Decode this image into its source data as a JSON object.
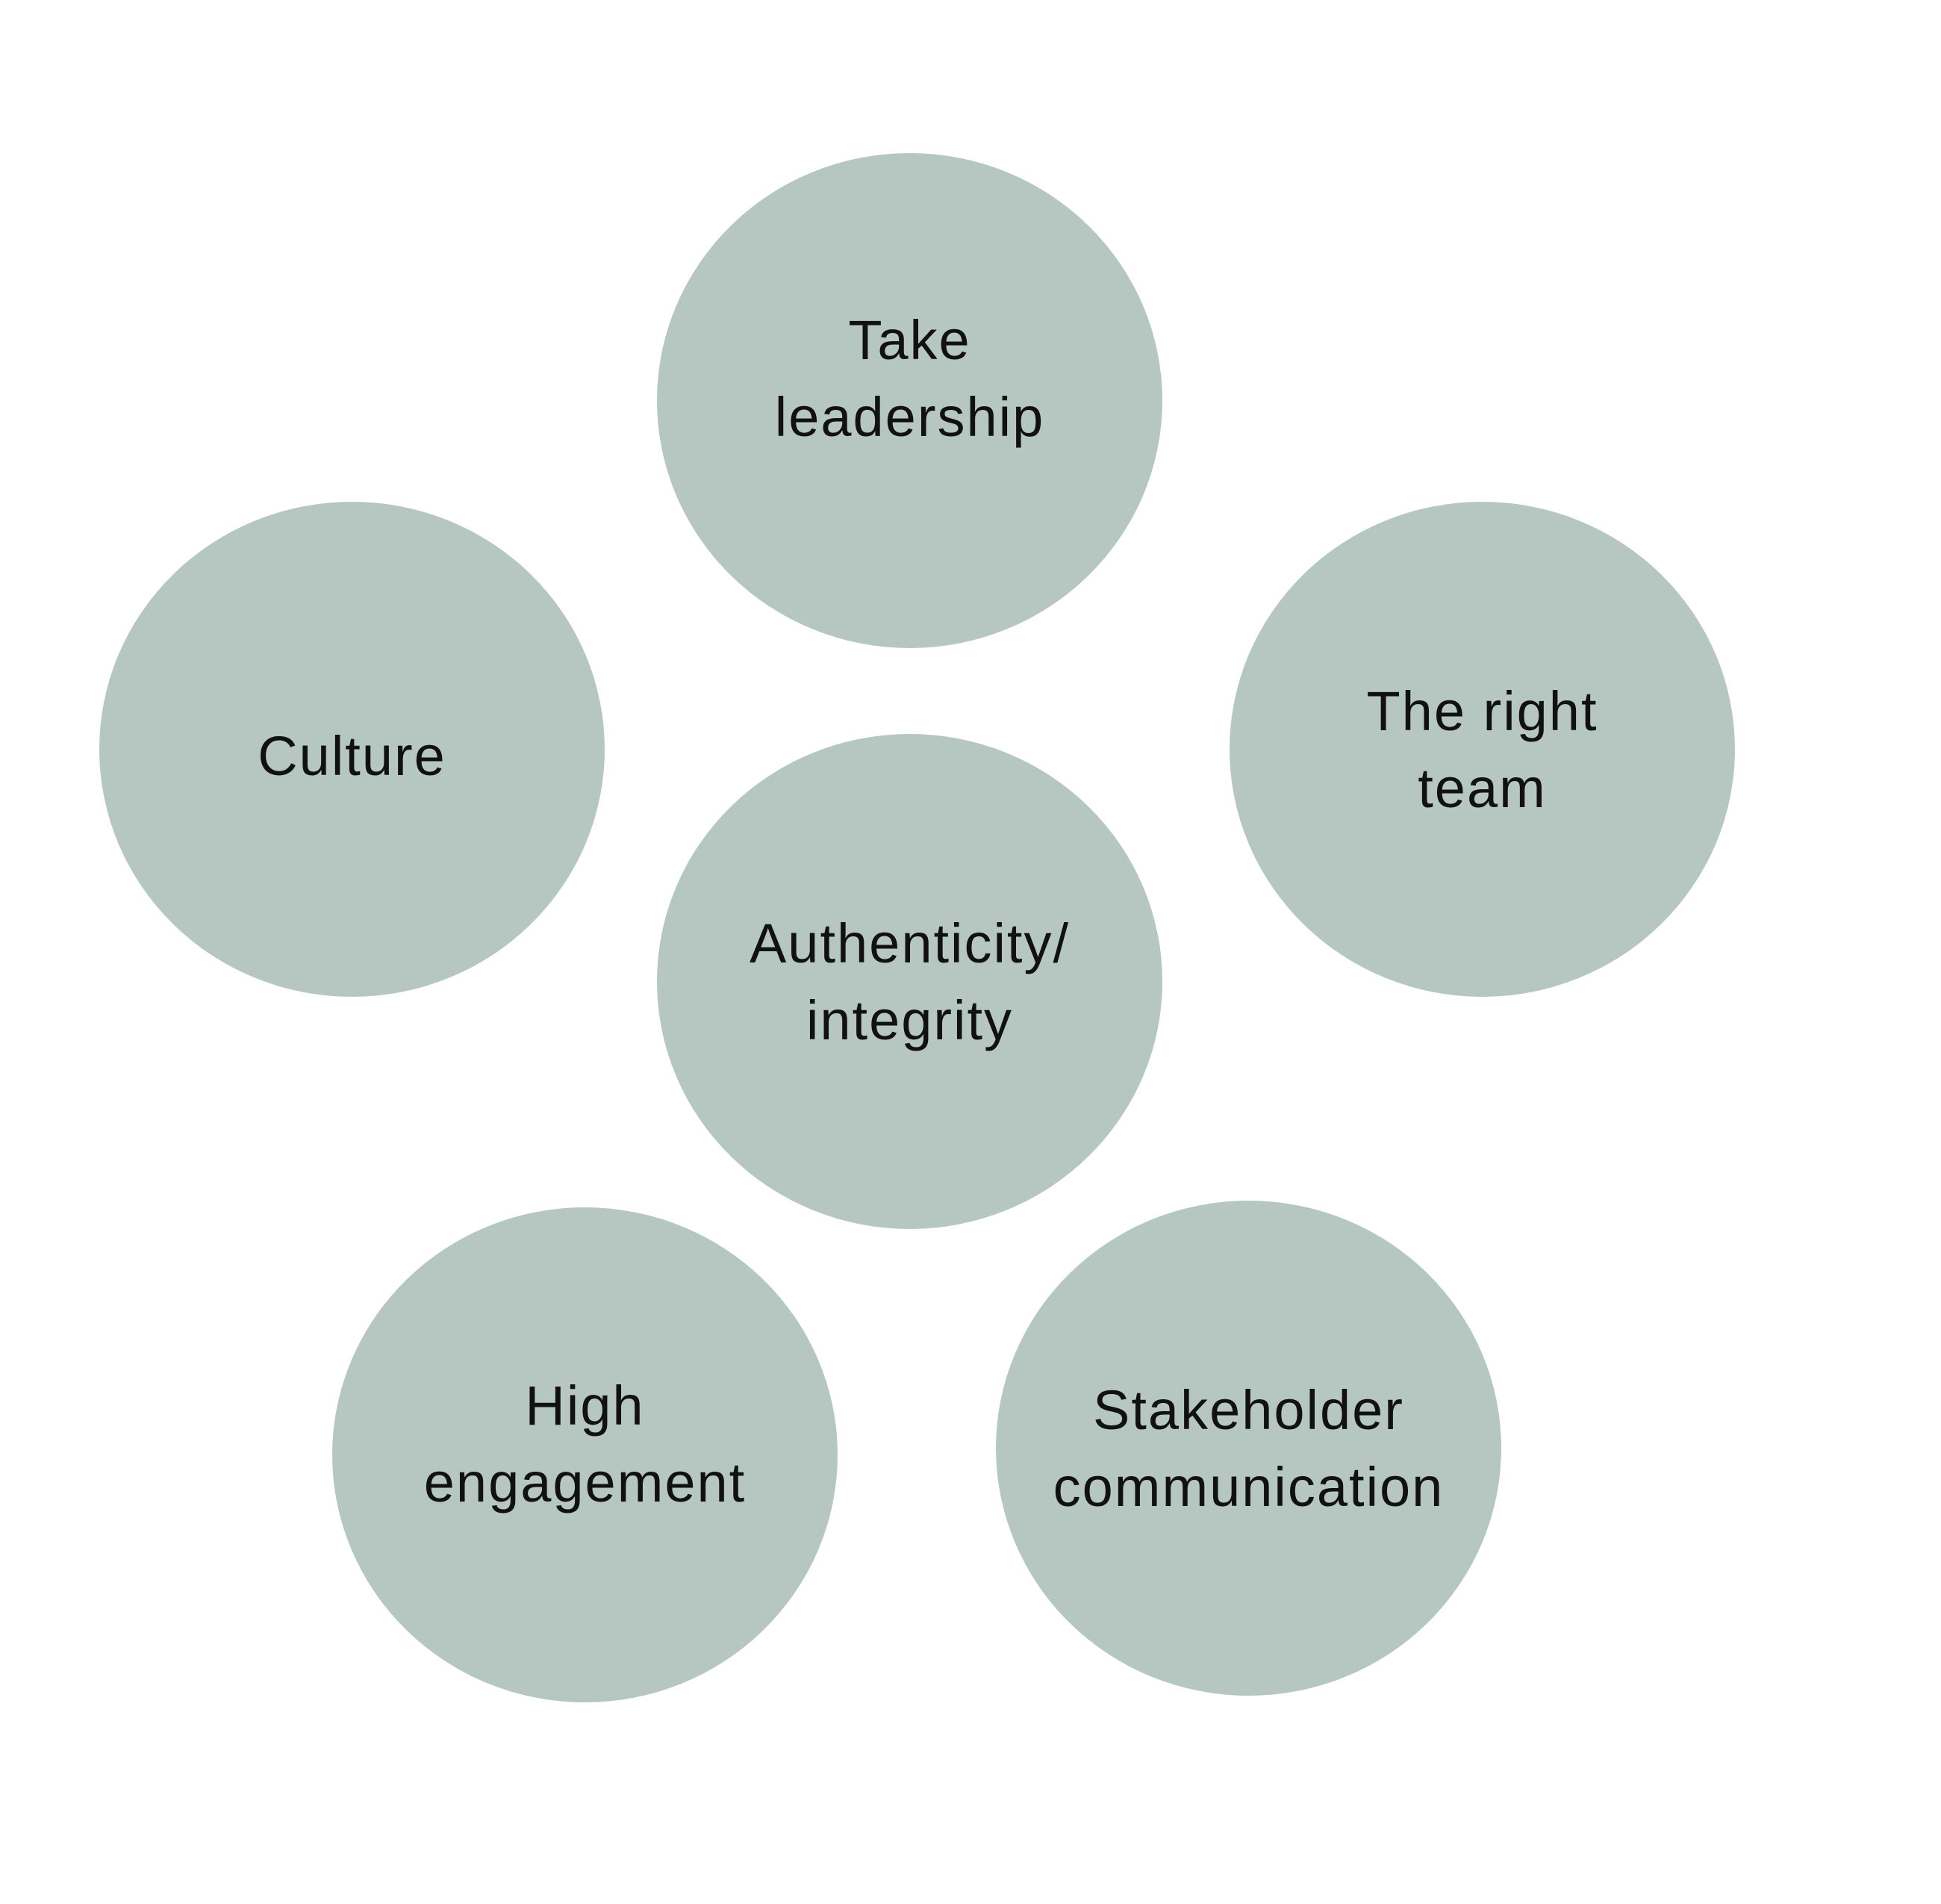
{
  "diagram": {
    "bubble_color": "#b6c6c0",
    "text_color": "#111111",
    "nodes": [
      {
        "id": "take-leadership",
        "lines": [
          "Take",
          "leadership"
        ]
      },
      {
        "id": "culture",
        "lines": [
          "Culture"
        ]
      },
      {
        "id": "the-right-team",
        "lines": [
          "The right",
          "team"
        ]
      },
      {
        "id": "authenticity-integrity",
        "lines": [
          "Authenticity/",
          "integrity"
        ]
      },
      {
        "id": "high-engagement",
        "lines": [
          "High",
          "engagement"
        ]
      },
      {
        "id": "stakeholder-communication",
        "lines": [
          "Stakeholder",
          "communication"
        ]
      }
    ]
  }
}
